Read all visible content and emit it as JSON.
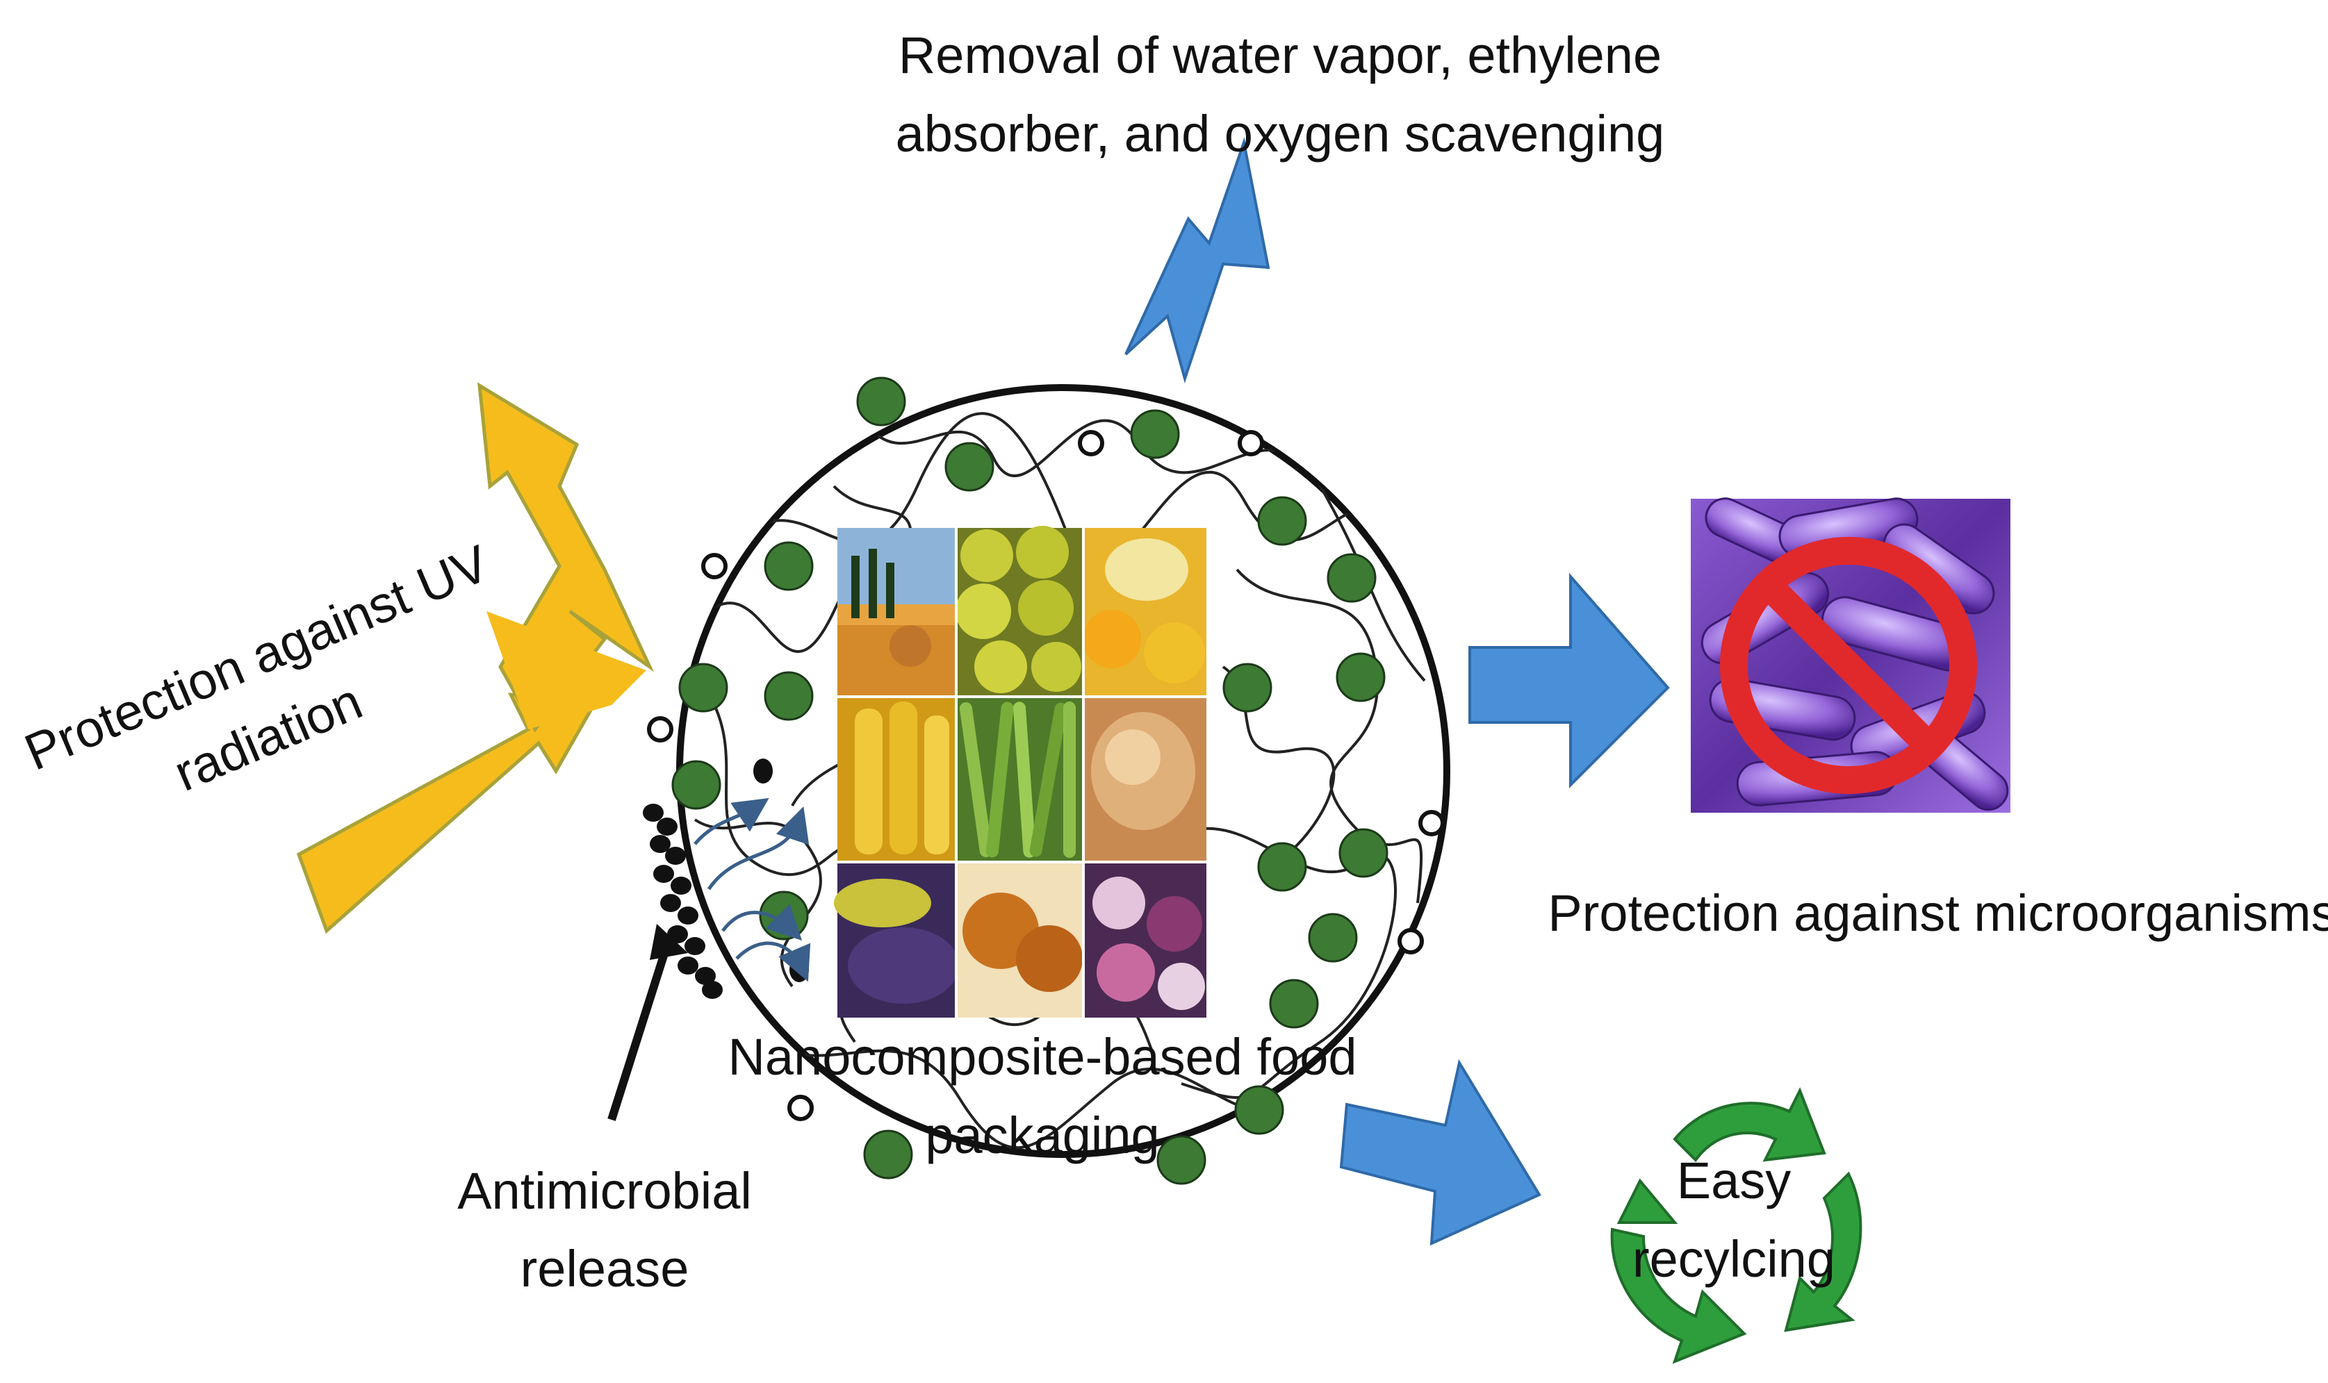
{
  "labels": {
    "removal_line1": "Removal of water vapor, ethylene",
    "removal_line2": "absorber, and oxygen scavenging",
    "uv_line1": "Protection against UV",
    "uv_line2": "radiation",
    "micro": "Protection against microorganisms",
    "antimicrobial_line1": "Antimicrobial",
    "antimicrobial_line2": "release",
    "center_line1": "Nanocomposite-based food",
    "center_line2": "packaging",
    "recycle_line1": "Easy",
    "recycle_line2": "recylcing"
  },
  "food_tiles": [
    "field-landscape",
    "lemons",
    "melon-citrus",
    "corn",
    "green-beans",
    "bread",
    "berries",
    "onions",
    "fruit-mix"
  ],
  "colors": {
    "uv_arrow": "#f5bc1c",
    "blue_arrow": "#4a90d9",
    "lightning": "#4a90d9",
    "nanoparticle": "#3d7a34",
    "recycle": "#2e9e3c",
    "prohibit": "#e1292b",
    "bacteria_bg": "#6a3fb0"
  },
  "icons": [
    "lightning-bolt-icon",
    "prohibit-icon",
    "recycle-icon",
    "bacteria-image",
    "food-collage-image"
  ]
}
